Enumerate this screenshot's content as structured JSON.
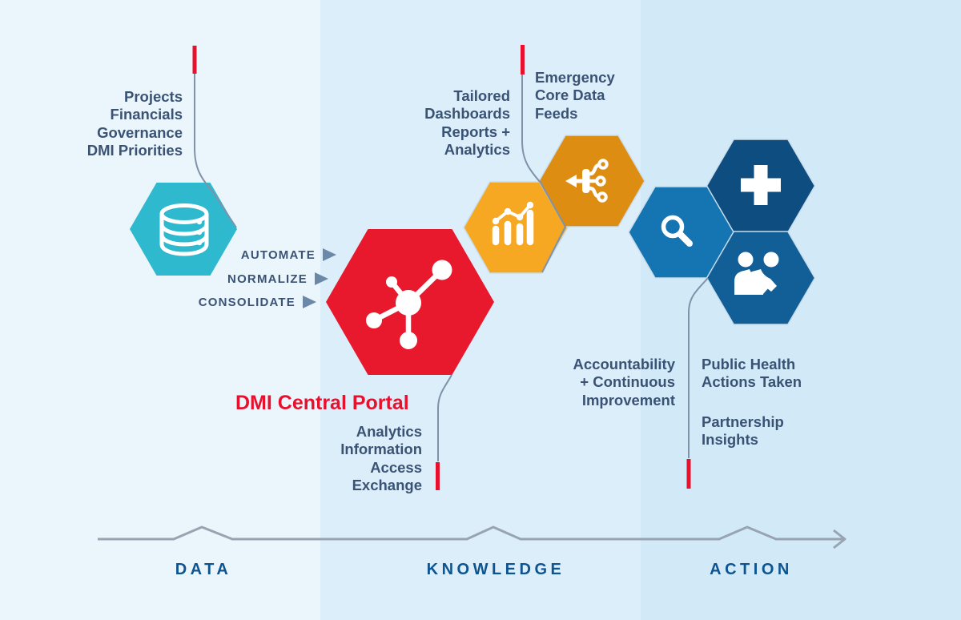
{
  "title": "DMI Central Portal data-to-action diagram",
  "colors": {
    "band_data": "#EBF5FC",
    "band_knowledge": "#DCEEFA",
    "band_action": "#D2EAF8",
    "red": "#E8112D",
    "teal": "#2FB9CF",
    "amber": "#F7A823",
    "orange": "#DE8D13",
    "search_blue": "#1575B2",
    "health_navy": "#0E4D7F",
    "partnership_blue": "#125E97",
    "body_text": "#3A5375",
    "section_label_text": "#0D5490",
    "process_triangle": "#6C88A8",
    "connector_line": "#7E93A9",
    "timeline_line": "#98A4B1",
    "icon_white": "#FFFFFF"
  },
  "hexagons": [
    {
      "name": "data-sources",
      "color": "#2FB9CF",
      "icon": "database-icon"
    },
    {
      "name": "dmi-central-portal",
      "color": "#E8192D",
      "icon": "network-hub-icon"
    },
    {
      "name": "tailored-dashboards",
      "color": "#F7A823",
      "icon": "bar-chart-icon"
    },
    {
      "name": "emergency-feeds",
      "color": "#DE8D13",
      "icon": "data-feed-split-icon"
    },
    {
      "name": "accountability-search",
      "color": "#1575B2",
      "icon": "magnifier-icon"
    },
    {
      "name": "public-health",
      "color": "#0E4D7F",
      "icon": "medical-cross-icon"
    },
    {
      "name": "partnership",
      "color": "#125E97",
      "icon": "handshake-icon"
    }
  ],
  "labels": {
    "projects": [
      "Projects",
      "Financials",
      "Governance",
      "DMI Priorities"
    ],
    "process_steps": [
      "AUTOMATE",
      "NORMALIZE",
      "CONSOLIDATE"
    ],
    "portal_title": "DMI Central Portal",
    "portal_functions": [
      "Analytics",
      "Information",
      "Access",
      "Exchange"
    ],
    "dashboards": [
      "Tailored",
      "Dashboards",
      "Reports +",
      "Analytics"
    ],
    "emergency": [
      "Emergency",
      "Core Data",
      "Feeds"
    ],
    "accountability": [
      "Accountability",
      "+ Continuous",
      "Improvement"
    ],
    "public_health": [
      "Public Health",
      "Actions Taken"
    ],
    "partnership_insights": [
      "Partnership",
      "Insights"
    ]
  },
  "timeline": {
    "labels": [
      "DATA",
      "KNOWLEDGE",
      "ACTION"
    ]
  }
}
